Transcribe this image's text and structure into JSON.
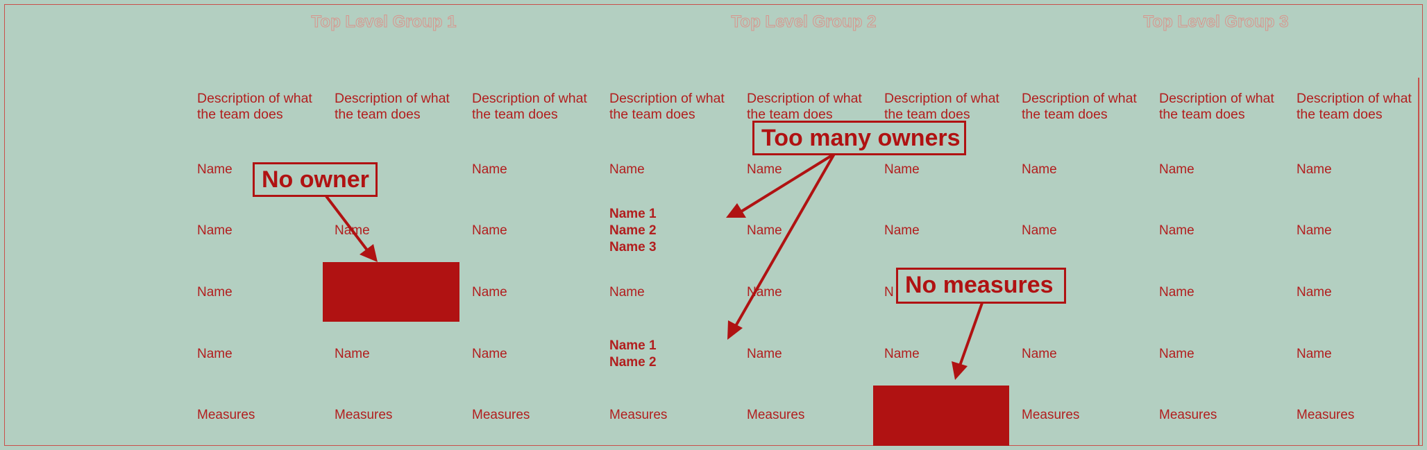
{
  "groups": [
    "Top Level Group 1",
    "Top Level Group 2",
    "Top Level Group 3"
  ],
  "descriptions": [
    "Description of what the team does",
    "Description of what the team does",
    "Description of what the team does",
    "Description of what the team does",
    "Description of what the team does",
    "Description of what the team does",
    "Description of what the team does",
    "Description of what the team does",
    "Description of what the team does"
  ],
  "rows": [
    [
      "Name",
      "",
      "Name",
      "Name",
      "Name",
      "Name",
      "Name",
      "Name",
      "Name"
    ],
    [
      "Name",
      "Name",
      "Name",
      "",
      "Name",
      "Name",
      "Name",
      "Name",
      "Name"
    ],
    [
      "Name",
      "",
      "Name",
      "Name",
      "Name",
      "N",
      "",
      "Name",
      "Name"
    ],
    [
      "Name",
      "Name",
      "Name",
      "",
      "Name",
      "Name",
      "Name",
      "Name",
      "Name"
    ],
    [
      "Measures",
      "Measures",
      "Measures",
      "Measures",
      "Measures",
      "",
      "Measures",
      "Measures",
      "Measures"
    ]
  ],
  "multi_owner_cells": {
    "row2": "Name 1\nName 2\nName 3",
    "row4": "Name 1\nName 2"
  },
  "callouts": {
    "no_owner": "No owner",
    "too_many_owners": "Too many owners",
    "no_measures": "No measures"
  },
  "colors": {
    "background": "#b3cfc1",
    "accent": "#b01212",
    "text": "#b21e1e"
  }
}
